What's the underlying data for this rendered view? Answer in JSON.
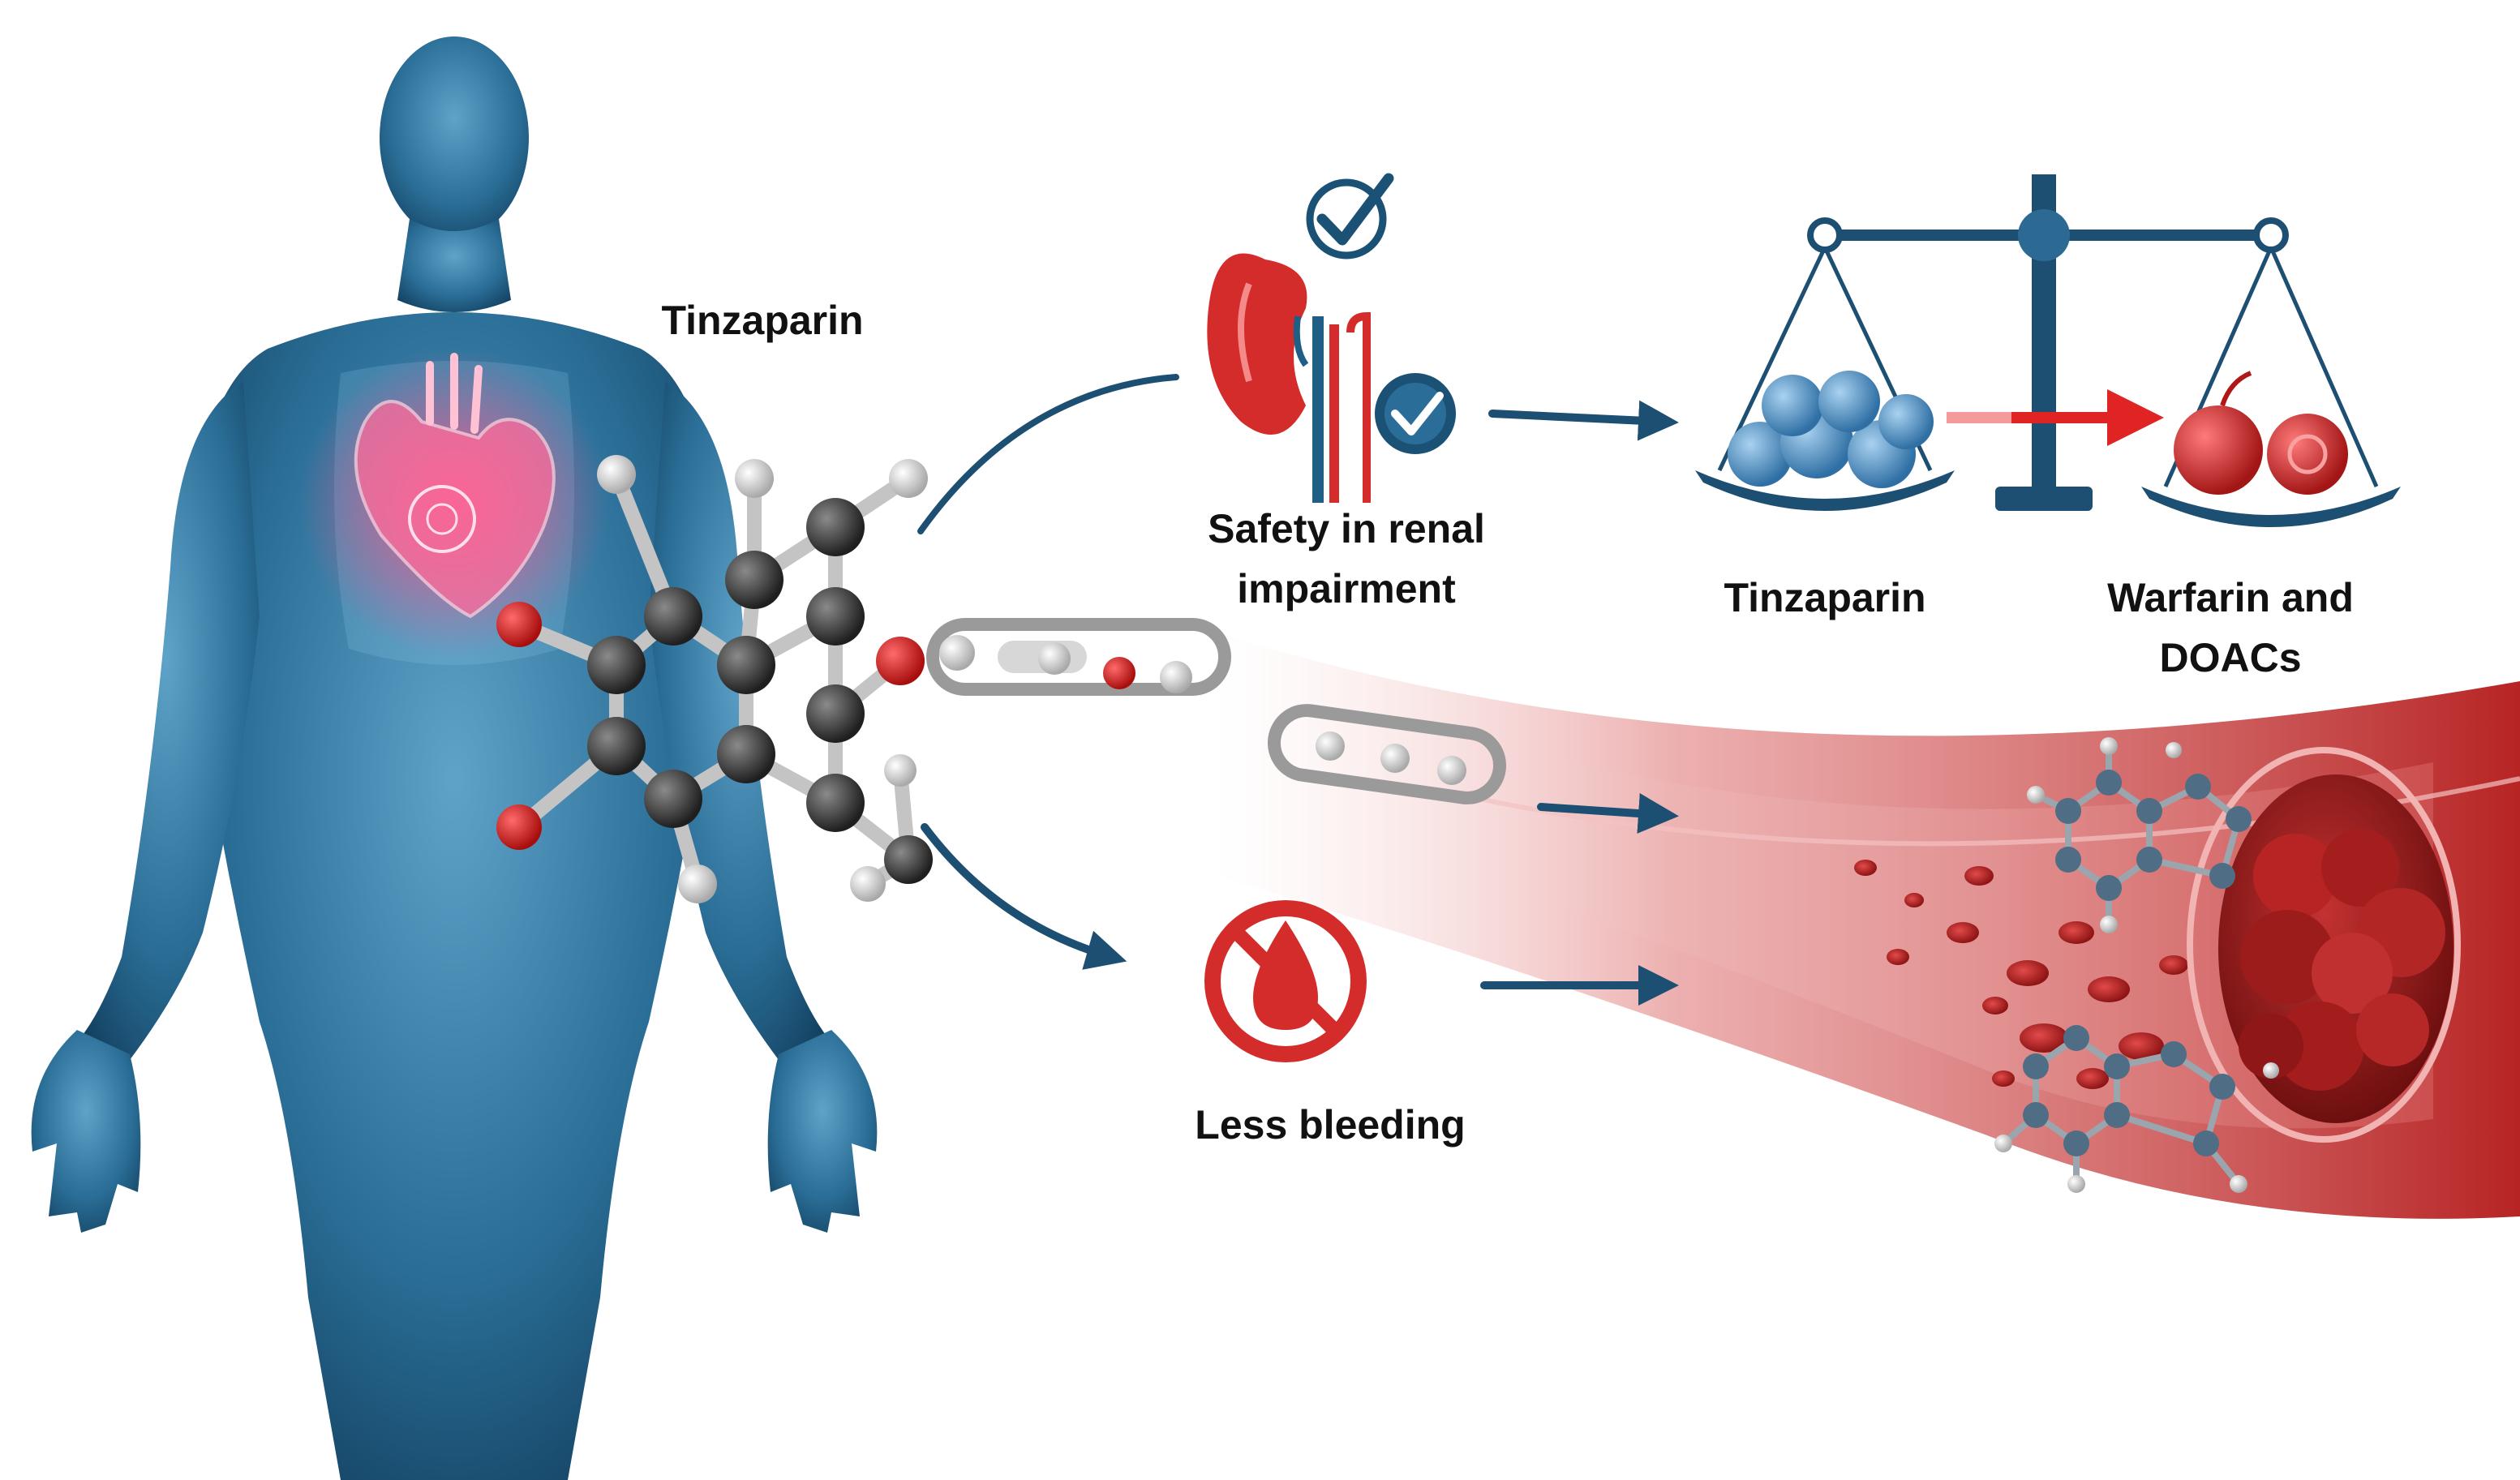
{
  "labels": {
    "molecule_name": "Tinzaparin",
    "renal_safety_line1": "Safety in renal",
    "renal_safety_line2": "impairment",
    "scale_left_label": "Tinzaparin",
    "scale_right_line1": "Warfarin and",
    "scale_right_line2": "DOACs",
    "bleeding_label": "Less bleeding"
  },
  "colors": {
    "body_blue": "#1f5f86",
    "heart_pink": "#f0407a",
    "vessel_red": "#c62828",
    "clot_dark_red": "#9a1b1b",
    "arrow_navy": "#1d4f73",
    "kidney_red": "#d42b2b",
    "check_navy": "#1a5174",
    "tinzaparin_ball_blue": "#4a8fc4",
    "warfarin_ball_red": "#d32f2f",
    "carbon_grey": "#3d3d3d",
    "oxygen_red": "#d01a1a",
    "hydrogen_light": "#cfcfcf"
  }
}
